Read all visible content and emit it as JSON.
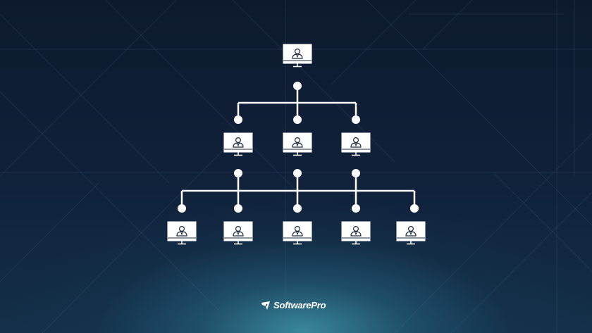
{
  "brand": {
    "name": "SoftwarePro",
    "logo_icon": "arrow-flag-icon",
    "text_color": "#ffffff"
  },
  "diagram": {
    "type": "org-hierarchy",
    "node_icon": "monitor-user-icon",
    "levels": [
      {
        "level": 1,
        "nodes": 1
      },
      {
        "level": 2,
        "nodes": 3
      },
      {
        "level": 3,
        "nodes": 5
      }
    ],
    "line_color": "#ffffff",
    "node_color": "#ffffff"
  },
  "background": {
    "base_color": "#0e1a2d",
    "glow_color": "#3f95a8",
    "pattern": "diagonal-lines"
  }
}
